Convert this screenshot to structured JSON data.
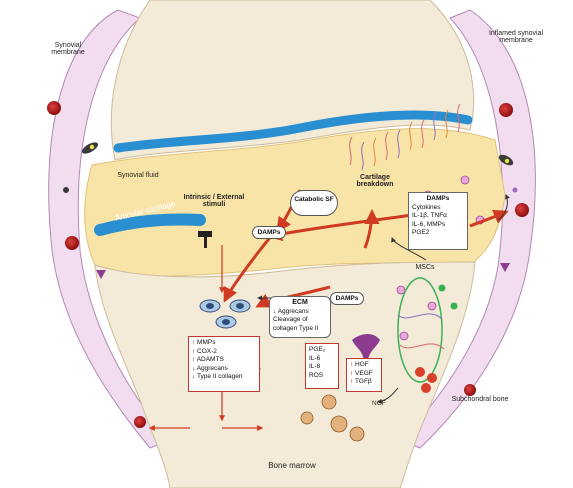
{
  "labels": {
    "synovial_membrane": "Synovial membrane",
    "inflamed_synovial_membrane": "Inflamed synovial membrane",
    "synovial_fluid": "Synovial fluid",
    "articular_cartilage": "Articular cartilage",
    "intrinsic_external_stimuli": "Intrinsic / External stimuli",
    "catabolic_sf": "Catabolic SF",
    "cartilage_breakdown": "Cartilage breakdown",
    "damps_center": "DAMPs",
    "damps_ecm": "DAMPs",
    "ecm": "ECM",
    "mscs": "MSCs",
    "ngf": "NGF",
    "subchondral_bone": "Subchondral bone",
    "bone_marrow": "Bone marrow"
  },
  "damps_box": {
    "title": "DAMPs",
    "lines": [
      "Cytokines",
      "IL-1β, TNFα",
      "IL-6, MMPs",
      "PGE2"
    ]
  },
  "ecm_box": {
    "lines": [
      "↓ Aggrecans",
      "Cleavage of collagen Type II"
    ]
  },
  "chondrocyte_box": {
    "lines": [
      "↑ MMPs",
      "↑ COX-2",
      "↑ ADAMTS",
      "↓ Aggrecans",
      "↓ Type II collagen"
    ]
  },
  "mediator_box": {
    "lines": [
      "PGE₂",
      "IL-6",
      "IL-8",
      "ROS"
    ]
  },
  "growth_box": {
    "lines": [
      "↑ HGF",
      "↑ VEGF",
      "↑ TGFβ"
    ]
  },
  "colors": {
    "synovium": "#f2dcef",
    "synovium_edge": "#b38ab4",
    "fluid": "#f9e4a8",
    "bone": "#f4ead8",
    "cartilage_band": "#2a8fd0",
    "arrow": "#d03a20",
    "vessel": "#a31818"
  }
}
